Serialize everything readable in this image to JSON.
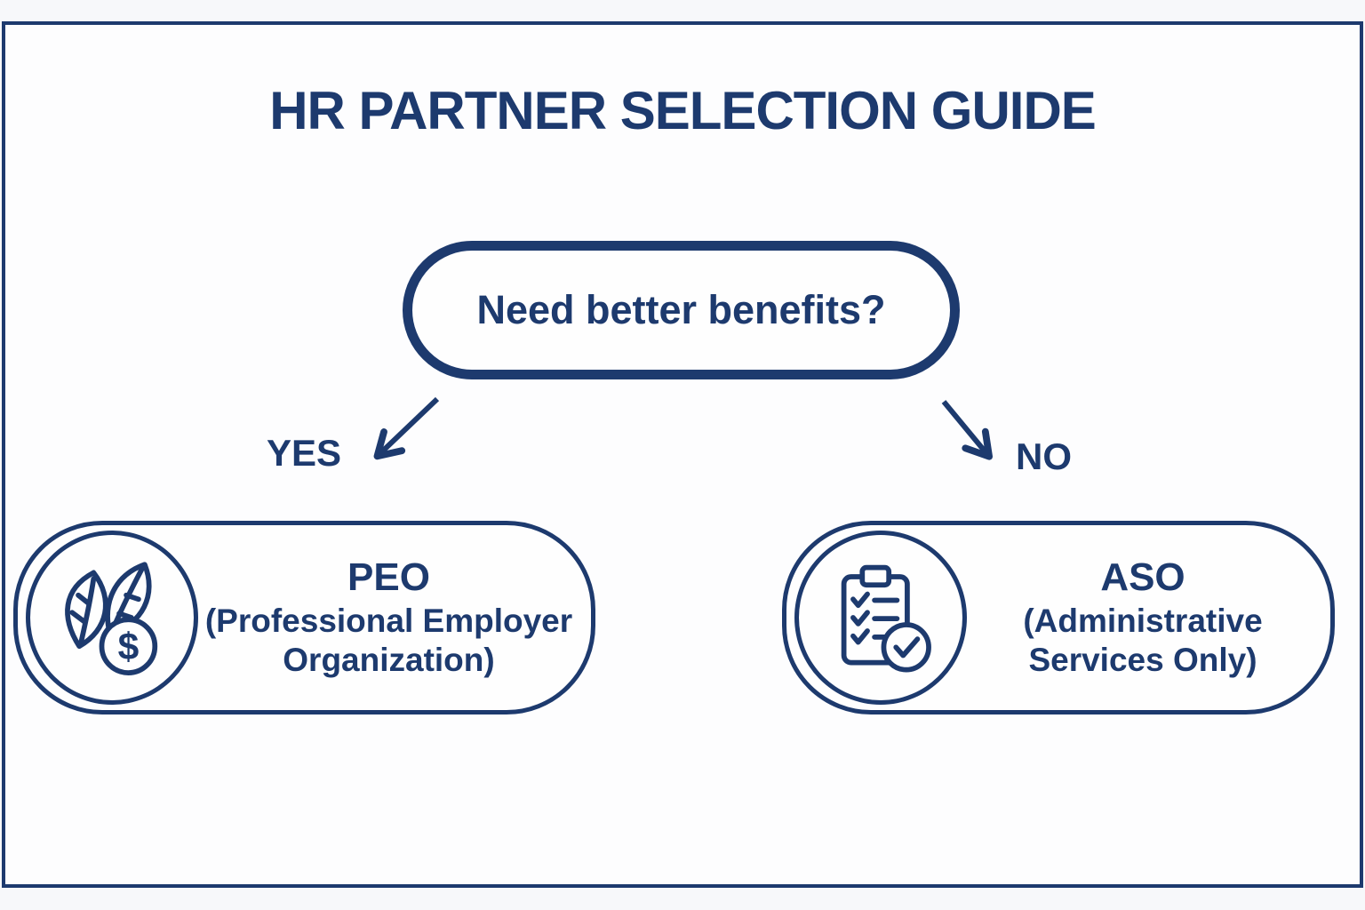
{
  "colors": {
    "navy": "#1d3a6e",
    "background": "#f7f8fa",
    "panel": "#fefefe"
  },
  "title": "HR PARTNER SELECTION GUIDE",
  "decision_node": {
    "question": "Need better benefits?"
  },
  "branch_yes": {
    "label": "YES"
  },
  "branch_no": {
    "label": "NO"
  },
  "peo_node": {
    "icon": "leaves-dollar-icon",
    "title": "PEO",
    "subtitle_line1": "(Professional Employer",
    "subtitle_line2": "Organization)"
  },
  "aso_node": {
    "icon": "clipboard-check-icon",
    "title": "ASO",
    "subtitle_line1": "(Administrative",
    "subtitle_line2": "Services Only)"
  },
  "icons": {
    "dollar_symbol": "$"
  }
}
